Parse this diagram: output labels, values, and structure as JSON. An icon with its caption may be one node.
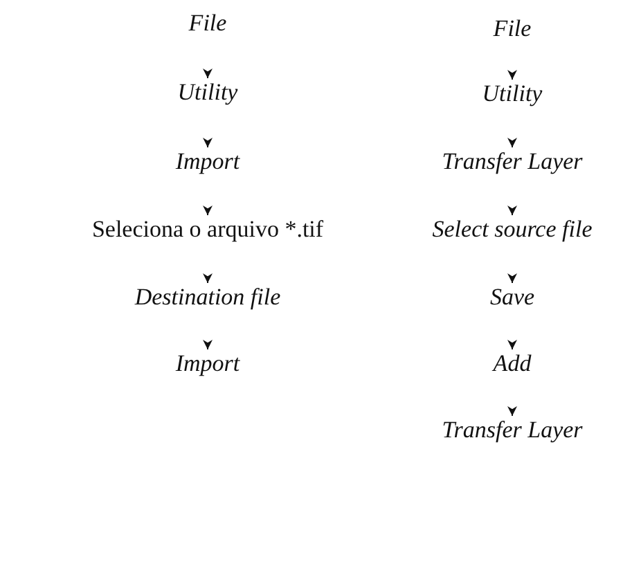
{
  "diagram": {
    "nodes": [
      {
        "text": [
          "File"
        ]
      },
      {
        "text": [
          "Utility"
        ]
      },
      {
        "text": [
          "Import"
        ]
      },
      {
        "text": [
          "Seleciona o arquivo *.tif"
        ]
      },
      {
        "text": [
          "Destination file"
        ]
      },
      {
        "text": [
          "Import"
        ]
      },
      {
        "text": [
          "File"
        ]
      },
      {
        "text": [
          "Utility"
        ]
      },
      {
        "text": [
          "Transfer Layer"
        ]
      },
      {
        "text": [
          "Select source file"
        ]
      },
      {
        "text": [
          "Save"
        ]
      },
      {
        "text": [
          "Add"
        ]
      },
      {
        "text": [
          "Transfer Layer"
        ]
      }
    ],
    "edges": [
      {
        "from": 0,
        "to": 1,
        "arrow": "to"
      },
      {
        "from": 1,
        "to": 2,
        "arrow": "to"
      },
      {
        "from": 2,
        "to": 3,
        "arrow": "to"
      },
      {
        "from": 3,
        "to": 4,
        "arrow": "to"
      },
      {
        "from": 4,
        "to": 5,
        "arrow": "to"
      },
      {
        "from": 6,
        "to": 7,
        "arrow": "to"
      },
      {
        "from": 7,
        "to": 8,
        "arrow": "to"
      },
      {
        "from": 8,
        "to": 9,
        "arrow": "to"
      },
      {
        "from": 9,
        "to": 10,
        "arrow": "to"
      },
      {
        "from": 10,
        "to": 11,
        "arrow": "to"
      },
      {
        "from": 11,
        "to": 12,
        "arrow": "to"
      }
    ]
  }
}
